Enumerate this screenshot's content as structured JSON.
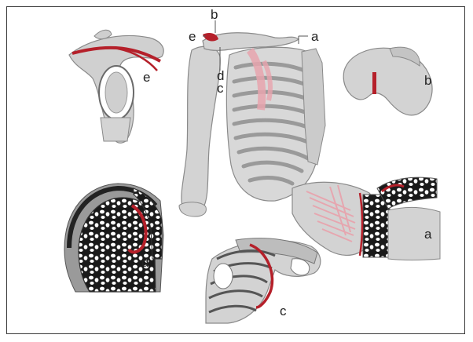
{
  "labels": {
    "skeleton": {
      "a": "a",
      "b": "b",
      "c": "c",
      "d": "d",
      "e": "e"
    },
    "panels": {
      "e": "e",
      "b": "b",
      "a": "a",
      "d": "d",
      "c": "c"
    }
  },
  "colors": {
    "bone": "#d3d3d3",
    "bone_dark": "#a9a9a9",
    "outline": "#7a7a7a",
    "ligament_red": "#b5202a",
    "ligament_pink": "#e8a4ae",
    "marrow_black": "#1a1a1a",
    "border": "#3a3a3a"
  },
  "icons": [
    "shoulder-joint-illustration"
  ]
}
